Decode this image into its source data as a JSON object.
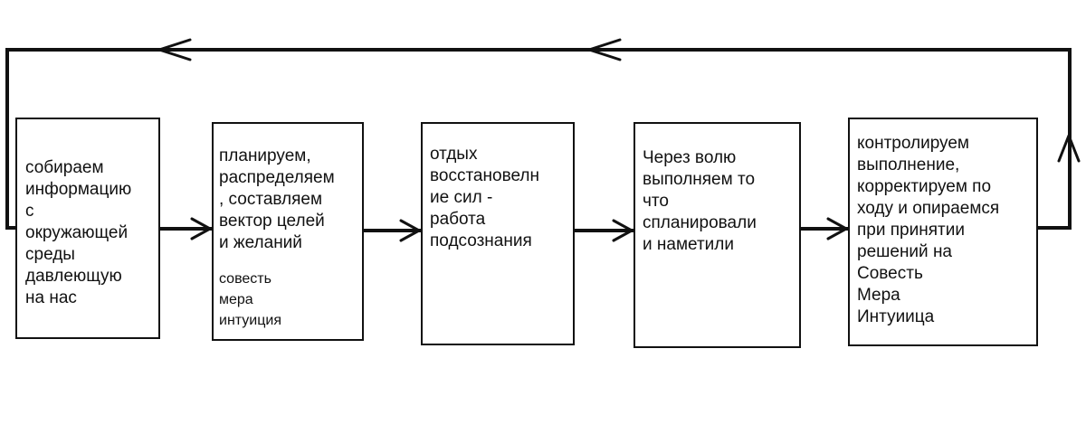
{
  "diagram": {
    "boxes": [
      {
        "id": "collect",
        "text": "собираем\nинформацию\nс\nокружающей\nсреды\nдавлеющую\nна нас"
      },
      {
        "id": "plan",
        "text": "планируем,\nраспределяем\n, составляем\nвектор целей\nи желаний",
        "subtext": "совесть\nмера\nинтуиция"
      },
      {
        "id": "rest",
        "text": "отдых\nвосстановелн\nие сил -\nработа\nподсознания"
      },
      {
        "id": "execute",
        "text": "Через волю\nвыполняем то\nчто\nспланировали\nи наметили"
      },
      {
        "id": "control",
        "text": "контролируем\nвыполнение,\nкорректируем по\nходу и опираемся\nпри принятии\nрешений на\nСовесть\nМера\nИнтуиица"
      }
    ],
    "flow": "left-to-right with feedback loop from last box back to first",
    "line_color": "#111111"
  }
}
